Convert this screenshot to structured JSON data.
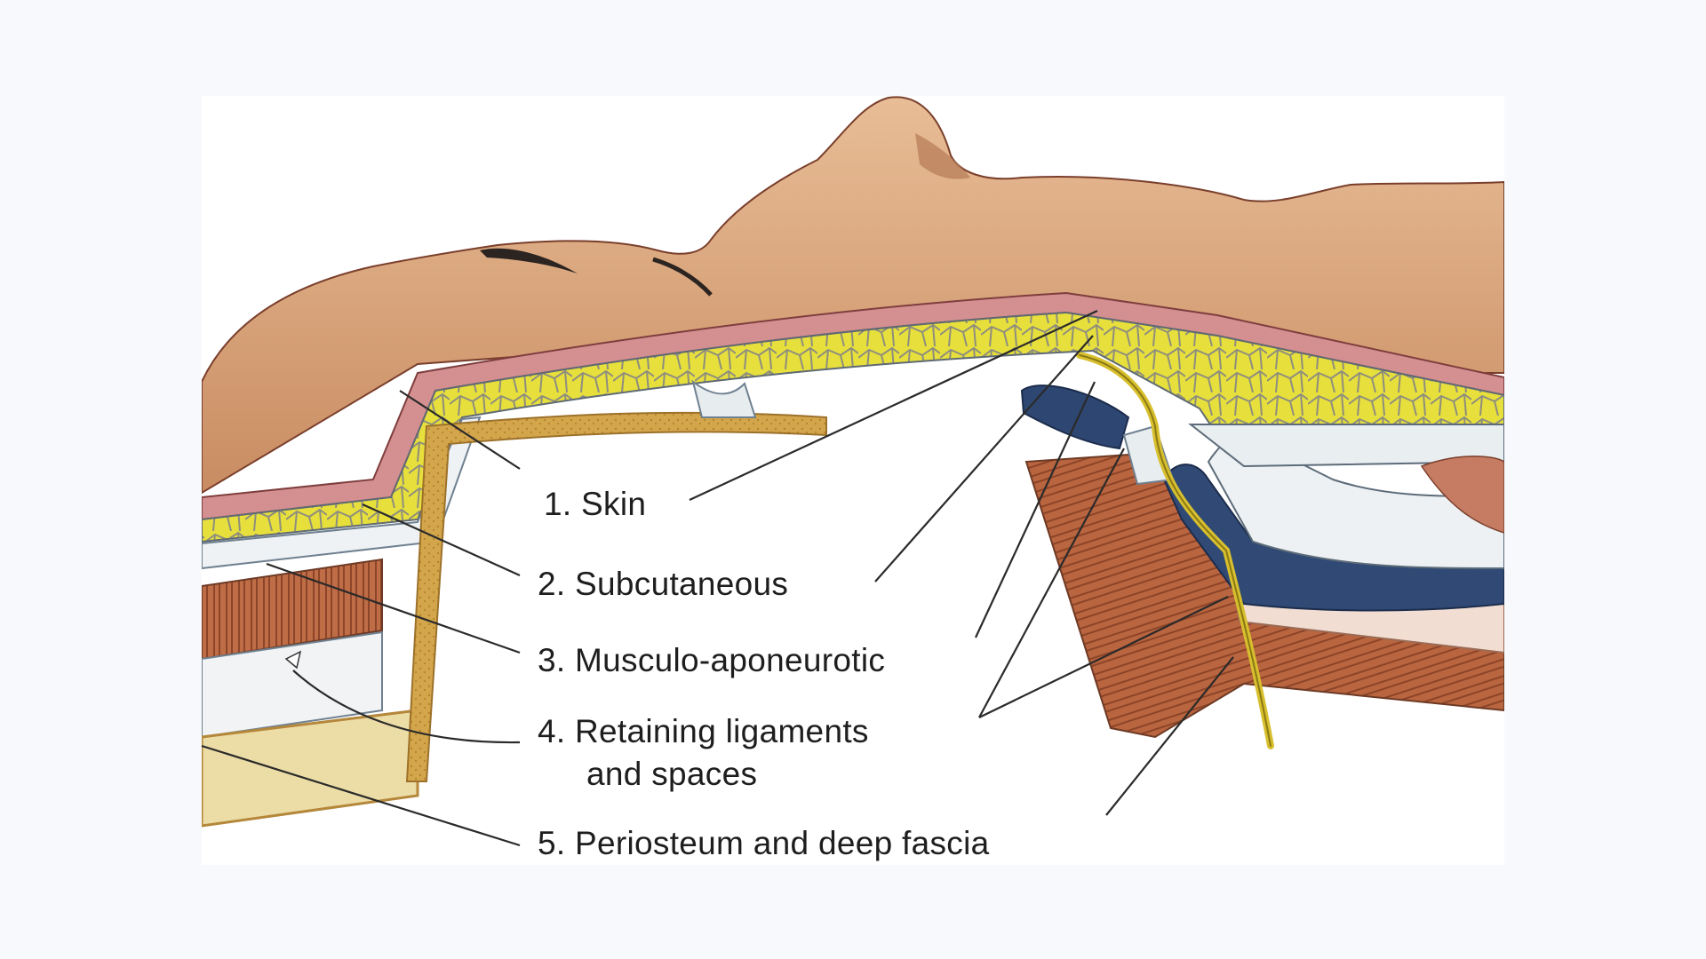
{
  "labels": [
    {
      "id": "skin",
      "text": "1. Skin"
    },
    {
      "id": "subcutaneous",
      "text": "2. Subcutaneous"
    },
    {
      "id": "musculo",
      "text": "3. Musculo-aponeurotic"
    },
    {
      "id": "retaining1",
      "text": "4. Retaining ligaments"
    },
    {
      "id": "retaining2",
      "text": "and spaces"
    },
    {
      "id": "periosteum",
      "text": "5. Periosteum and deep fascia"
    }
  ],
  "colors": {
    "background": "#f7f9fc",
    "skin": "#dba67f",
    "dermis": "#d28e8f",
    "fat": "#e9e03a",
    "muscle": "#b8653f",
    "fascia_blue": "#2e4772",
    "bone": "#d7b35a"
  }
}
